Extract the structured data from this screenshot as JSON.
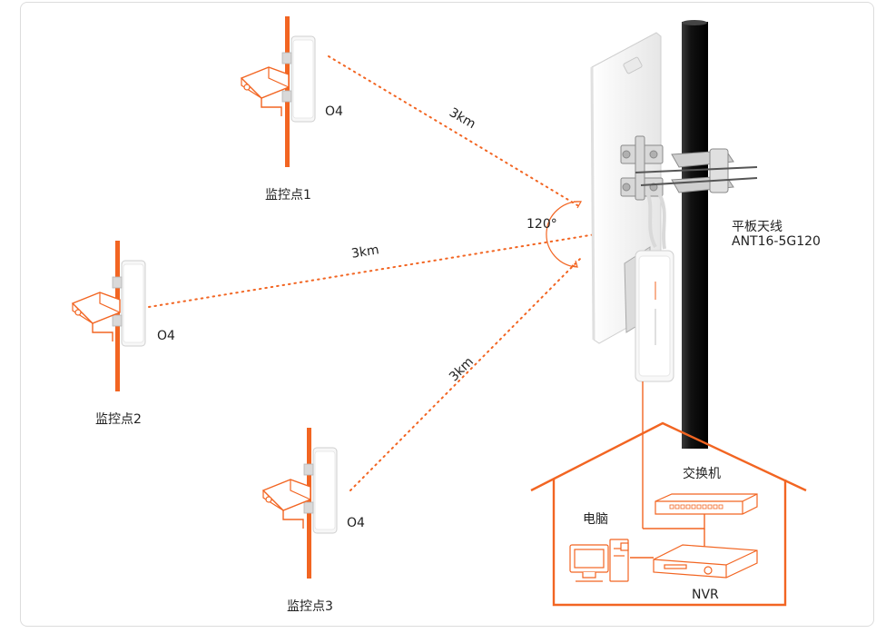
{
  "sites": [
    {
      "name": "监控点1",
      "device": "O4"
    },
    {
      "name": "监控点2",
      "device": "O4"
    },
    {
      "name": "监控点3",
      "device": "O4"
    }
  ],
  "links": [
    {
      "distance": "3km"
    },
    {
      "distance": "3km"
    },
    {
      "distance": "3km"
    }
  ],
  "angle_label": "120°",
  "antenna": {
    "name": "平板天线",
    "model": "ANT16-5G120"
  },
  "building": {
    "switch_label": "交换机",
    "pc_label": "电脑",
    "nvr_label": "NVR"
  },
  "colors": {
    "accent": "#f26522",
    "pole": "#1a1a1a",
    "device": "#f4f4f4"
  }
}
